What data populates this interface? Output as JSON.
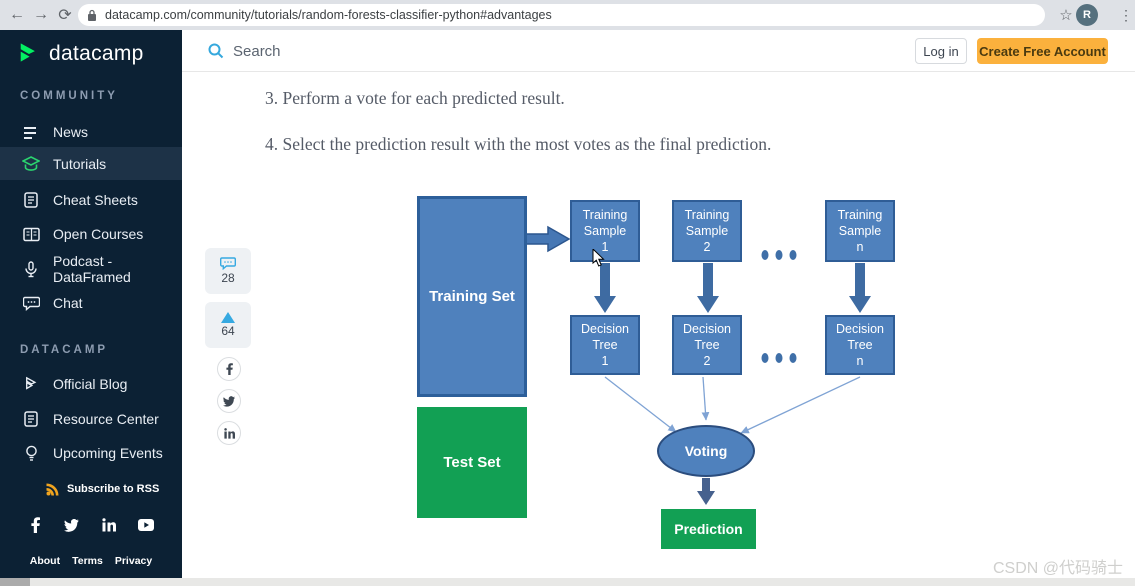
{
  "browser": {
    "url": "datacamp.com/community/tutorials/random-forests-classifier-python#advantages",
    "avatar": "R"
  },
  "topbar": {
    "search": "Search",
    "login": "Log in",
    "cta": "Create Free Account"
  },
  "sidebar": {
    "logo": "datacamp",
    "community": {
      "label": "COMMUNITY",
      "items": [
        "News",
        "Tutorials",
        "Cheat Sheets",
        "Open Courses",
        "Podcast - DataFramed",
        "Chat"
      ]
    },
    "datacamp": {
      "label": "DATACAMP",
      "items": [
        "Official Blog",
        "Resource Center",
        "Upcoming Events"
      ]
    },
    "rss": "Subscribe to RSS",
    "footer": [
      "About",
      "Terms",
      "Privacy"
    ]
  },
  "article": {
    "items": [
      "3. Perform a vote for each predicted result.",
      "4. Select the prediction result with the most votes as the final prediction."
    ]
  },
  "share": {
    "comments": "28",
    "votes": "64"
  },
  "diagram": {
    "training_set": "Training Set",
    "samples": [
      "Training\nSample\n1",
      "Training\nSample\n2",
      "Training\nSample\nn"
    ],
    "trees": [
      "Decision\nTree\n1",
      "Decision\nTree\n2",
      "Decision\nTree\nn"
    ],
    "test_set": "Test Set",
    "voting": "Voting",
    "prediction": "Prediction"
  },
  "watermark": "CSDN @代码骑士",
  "colors": {
    "sidebar_navy": "#0c2134",
    "accent_green": "#03ef62",
    "cta_orange": "#fbb13d",
    "node_blue": "#4f81bd",
    "node_green": "#12a054",
    "link_blue": "#36a9e1"
  }
}
